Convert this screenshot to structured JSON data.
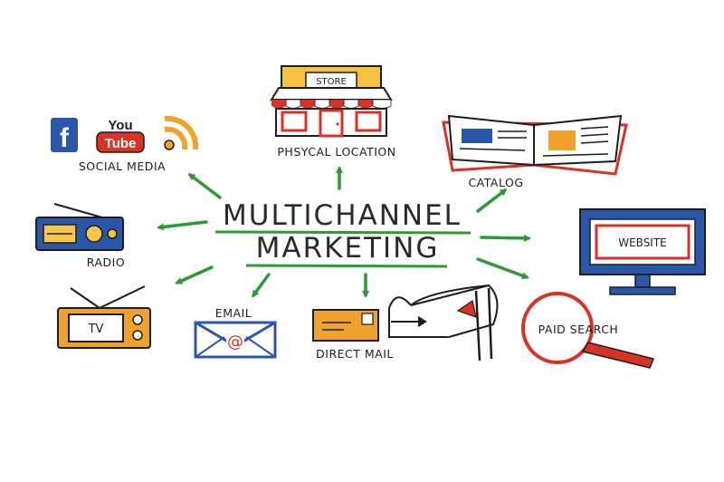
{
  "title": {
    "line1": "MULTICHANNEL",
    "line2": "MARKETING"
  },
  "channels": {
    "store_sign": "STORE",
    "physical_location": "PHSYCAL LOCATION",
    "catalog": "CATALOG",
    "website": "WEBSITE",
    "paid_search": "PAID SEARCH",
    "direct_mail": "DIRECT MAIL",
    "email": "EMAIL",
    "tv": "TV",
    "radio": "RADIO",
    "social_media": "SOCIAL MEDIA"
  },
  "social_logos": {
    "facebook": "f",
    "youtube_top": "You",
    "youtube_bottom": "Tube"
  },
  "email_symbol": "@",
  "icons": [
    "facebook-icon",
    "youtube-icon",
    "rss-icon",
    "store-icon",
    "catalog-icon",
    "website-monitor-icon",
    "magnifier-icon",
    "mailbox-icon",
    "envelope-icon",
    "tv-icon",
    "radio-icon"
  ],
  "colors": {
    "arrow": "#2e9a34",
    "underline": "#2e9a34",
    "accent_red": "#d83224",
    "accent_blue": "#2a57a8",
    "accent_orange": "#f0a32c",
    "accent_yellow": "#f4c64a",
    "ink": "#1d1d1d"
  }
}
